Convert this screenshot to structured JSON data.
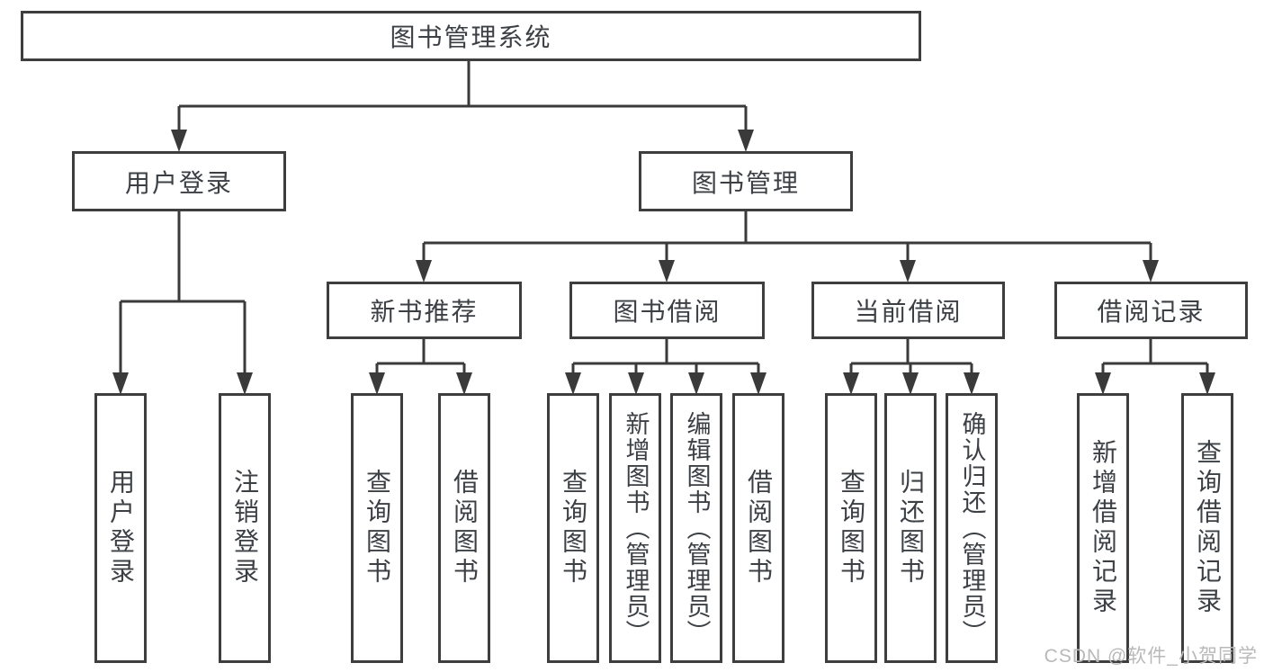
{
  "diagram": {
    "root": {
      "label": "图书管理系统"
    },
    "level1": {
      "user_login": {
        "label": "用户登录"
      },
      "book_management": {
        "label": "图书管理"
      }
    },
    "user_login_children": {
      "user_login": {
        "label": "用户登录"
      },
      "logout": {
        "label": "注销登录"
      }
    },
    "book_management_children": {
      "new_book_recommend": {
        "label": "新书推荐"
      },
      "book_borrow": {
        "label": "图书借阅"
      },
      "current_borrow": {
        "label": "当前借阅"
      },
      "borrow_records": {
        "label": "借阅记录"
      }
    },
    "new_book_recommend_children": {
      "query_books": {
        "label": "查询图书"
      },
      "borrow_books": {
        "label": "借阅图书"
      }
    },
    "book_borrow_children": {
      "query_books": {
        "label": "查询图书"
      },
      "add_books": {
        "label": "新增图书（管理员）"
      },
      "edit_books": {
        "label": "编辑图书（管理员）"
      },
      "borrow_books": {
        "label": "借阅图书"
      }
    },
    "current_borrow_children": {
      "query_books": {
        "label": "查询图书"
      },
      "return_books": {
        "label": "归还图书"
      },
      "confirm_return": {
        "label": "确认归还（管理员）"
      }
    },
    "borrow_records_children": {
      "add_borrow_record": {
        "label": "新增借阅记录"
      },
      "query_borrow_record": {
        "label": "查询借阅记录"
      }
    }
  },
  "colors": {
    "line": "#3a3a3a",
    "box_border": "#3e3e3e",
    "box_fill": "#ffffff",
    "text": "#3c4045",
    "watermark": "#b9b9b9"
  },
  "watermark": {
    "text": "CSDN @软件_小贺同学"
  }
}
